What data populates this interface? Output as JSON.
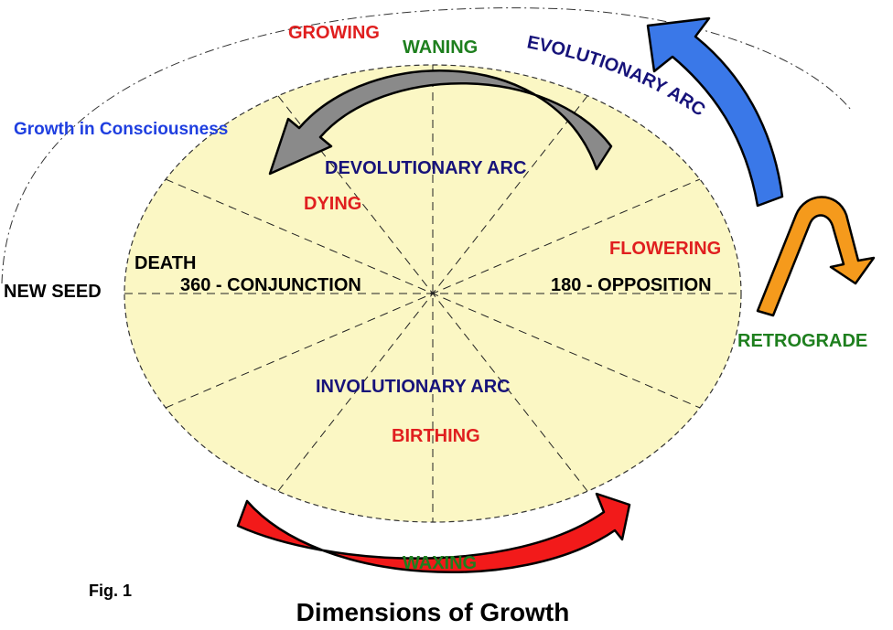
{
  "title": "Dimensions of Growth",
  "figure_label": "Fig. 1",
  "colors": {
    "ellipse_fill": "#fbf7c4",
    "red": "#e01f1f",
    "green": "#1e7f1e",
    "navy": "#17137a",
    "blue": "#1f3fe0",
    "grey_arrow": "#8a8a8a",
    "blue_arrow": "#3a78e8",
    "orange_arrow": "#f59a1c",
    "red_arrow": "#f21a1a"
  },
  "labels": {
    "growing": "GROWING",
    "waning": "WANING",
    "evolutionary_arc": "EVOLUTIONARY ARC",
    "growth_in_consciousness": "Growth in Consciousness",
    "devolutionary_arc": "DEVOLUTIONARY ARC",
    "dying": "DYING",
    "flowering": "FLOWERING",
    "death": "DEATH",
    "new_seed": "NEW SEED",
    "conjunction": "360 - CONJUNCTION",
    "opposition": "180 - OPPOSITION",
    "retrograde": "RETROGRADE",
    "involutionary_arc": "INVOLUTIONARY ARC",
    "birthing": "BIRTHING",
    "waxing": "WAXING"
  },
  "icons": {
    "grey": "curved-arrow-left-icon",
    "blue": "curved-arrow-up-icon",
    "orange": "hook-arrow-down-icon",
    "red": "curved-arrow-right-icon"
  }
}
